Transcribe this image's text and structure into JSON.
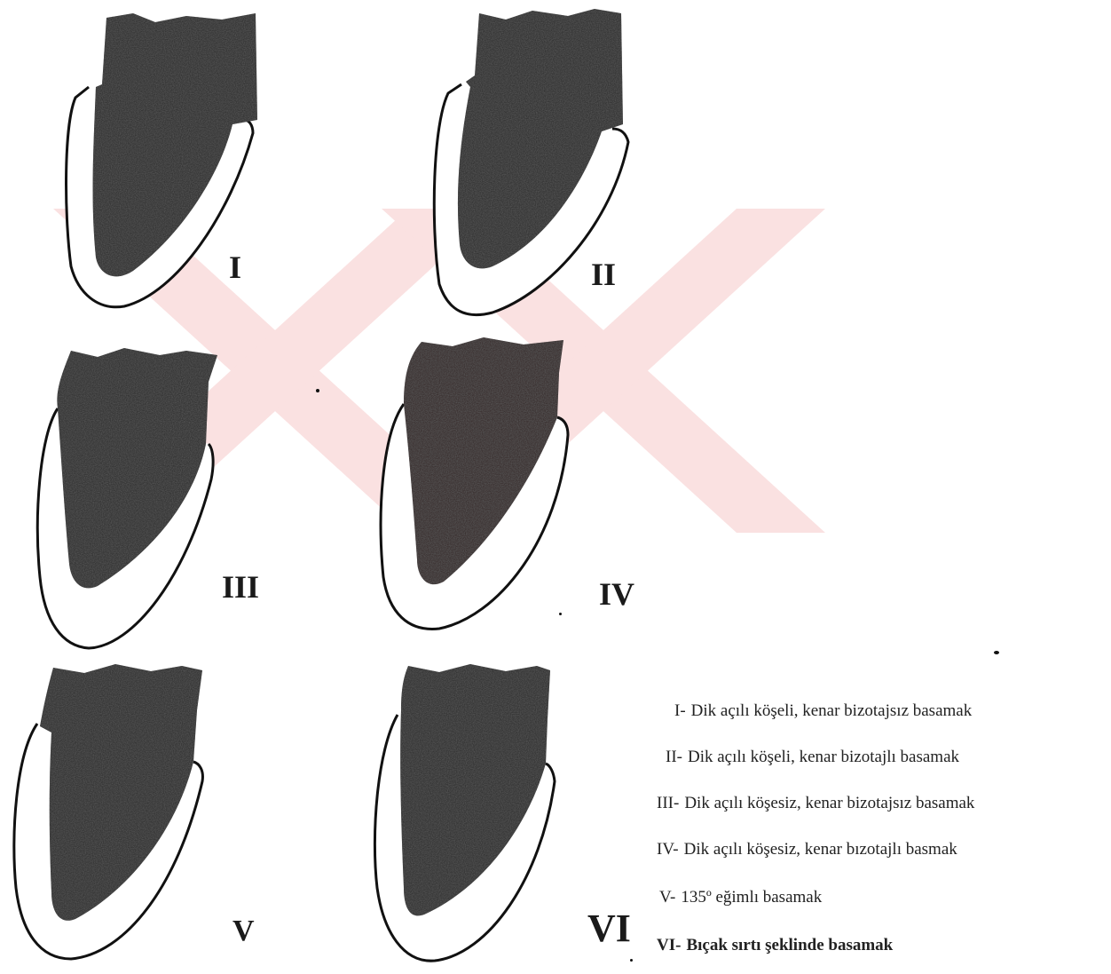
{
  "figure": {
    "panels": [
      {
        "id": "I",
        "label": "I"
      },
      {
        "id": "II",
        "label": "II"
      },
      {
        "id": "III",
        "label": "III"
      },
      {
        "id": "IV",
        "label": "IV"
      },
      {
        "id": "V",
        "label": "V"
      },
      {
        "id": "VI",
        "label": "VI"
      }
    ],
    "watermark_color": "#f4c6c6",
    "tooth_color": "#2a2a2a",
    "outline_color": "#111111"
  },
  "legend": {
    "items": [
      {
        "num": "I-",
        "text": "Dik açılı köşeli, kenar bizotajsız basamak"
      },
      {
        "num": "II-",
        "text": "Dik açılı köşeli, kenar bizotajlı basamak"
      },
      {
        "num": "III-",
        "text": "Dik açılı köşesiz, kenar bizotajsız basamak"
      },
      {
        "num": "IV-",
        "text": "Dik açılı köşesiz, kenar bızotajlı basmak"
      },
      {
        "num": "V-",
        "text": "135º eğimlı basamak"
      },
      {
        "num": "VI-",
        "text": "Bıçak sırtı şeklinde basamak"
      }
    ]
  }
}
